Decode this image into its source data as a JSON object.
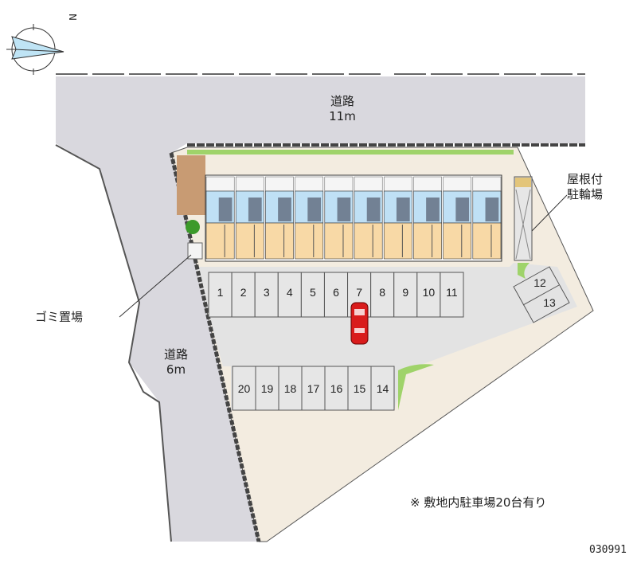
{
  "roads": {
    "top": {
      "name": "道路",
      "width": "11m"
    },
    "left": {
      "name": "道路",
      "width": "6m"
    }
  },
  "labels": {
    "bicycle_parking": [
      "屋根付",
      "駐輪場"
    ],
    "garbage": "ゴミ置場"
  },
  "parking_row_top": [
    "1",
    "2",
    "3",
    "4",
    "5",
    "6",
    "7",
    "8",
    "9",
    "10",
    "11"
  ],
  "parking_row_bottom": [
    "20",
    "19",
    "18",
    "17",
    "16",
    "15",
    "14"
  ],
  "parking_side": [
    "12",
    "13"
  ],
  "building_units": 10,
  "note": "※ 敷地内駐車場20台有り",
  "code": "030991",
  "compass": {
    "north_label": "N"
  },
  "colors": {
    "road": "#d9d8de",
    "lot": "#e3e3e3",
    "site": "#f3ece0",
    "unit_blue": "#bfe0f5",
    "unit_beige": "#f8d9a6",
    "green": "#9fd36a",
    "car": "#d91c1c"
  }
}
